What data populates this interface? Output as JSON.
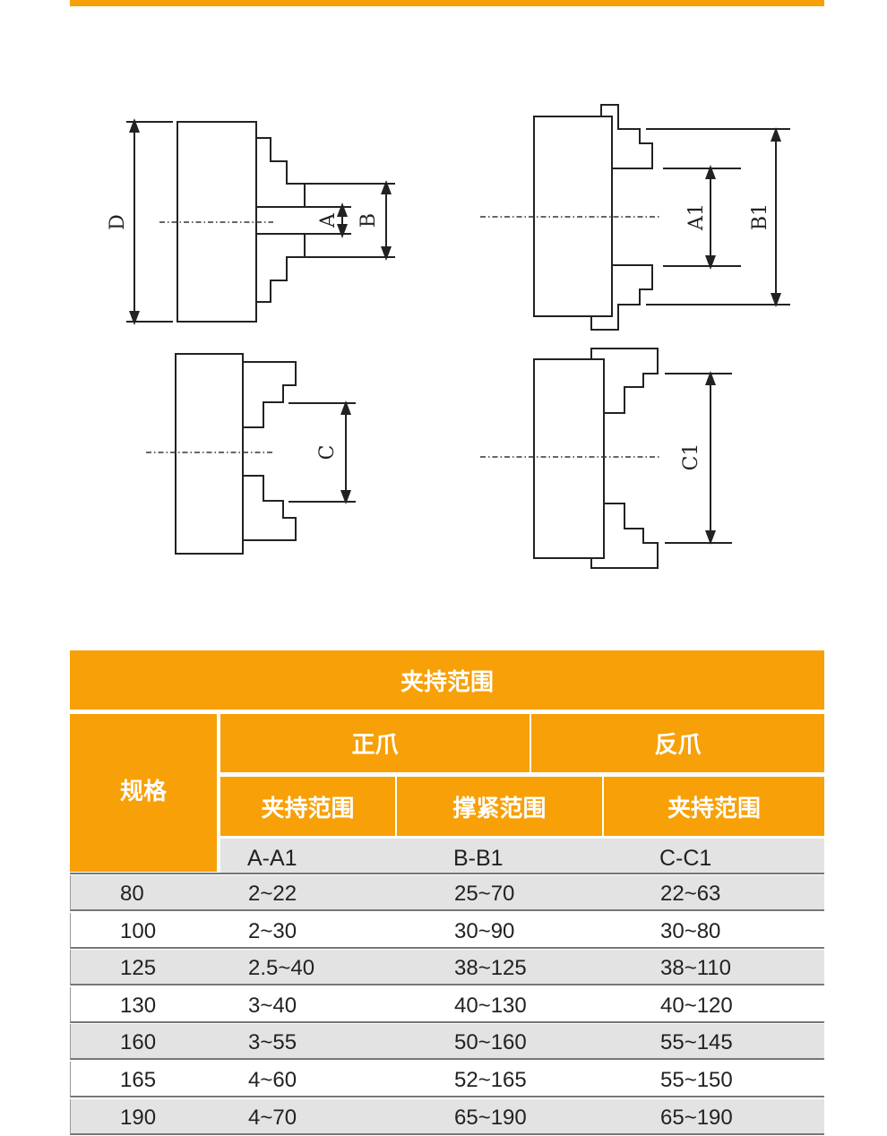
{
  "diagram": {
    "labels": {
      "D": "D",
      "A": "A",
      "B": "B",
      "A1": "A1",
      "B1": "B1",
      "C": "C",
      "C1": "C1"
    }
  },
  "table": {
    "title": "夹持范围",
    "spec_header": "规格",
    "group_headers": [
      "正爪",
      "反爪"
    ],
    "sub_headers": [
      "夹持范围",
      "撑紧范围",
      "夹持范围"
    ],
    "code_headers": [
      "A-A1",
      "B-B1",
      "C-C1"
    ],
    "rows": [
      {
        "spec": "80",
        "a": "2~22",
        "b": "25~70",
        "c": "22~63"
      },
      {
        "spec": "100",
        "a": "2~30",
        "b": "30~90",
        "c": "30~80"
      },
      {
        "spec": "125",
        "a": "2.5~40",
        "b": "38~125",
        "c": "38~110"
      },
      {
        "spec": "130",
        "a": "3~40",
        "b": "40~130",
        "c": "40~120"
      },
      {
        "spec": "160",
        "a": "3~55",
        "b": "50~160",
        "c": "55~145"
      },
      {
        "spec": "165",
        "a": "4~60",
        "b": "52~165",
        "c": "55~150"
      },
      {
        "spec": "190",
        "a": "4~70",
        "b": "65~190",
        "c": "65~190"
      }
    ]
  },
  "colors": {
    "accent": "#f7a007",
    "row_gray": "#e3e3e3"
  }
}
